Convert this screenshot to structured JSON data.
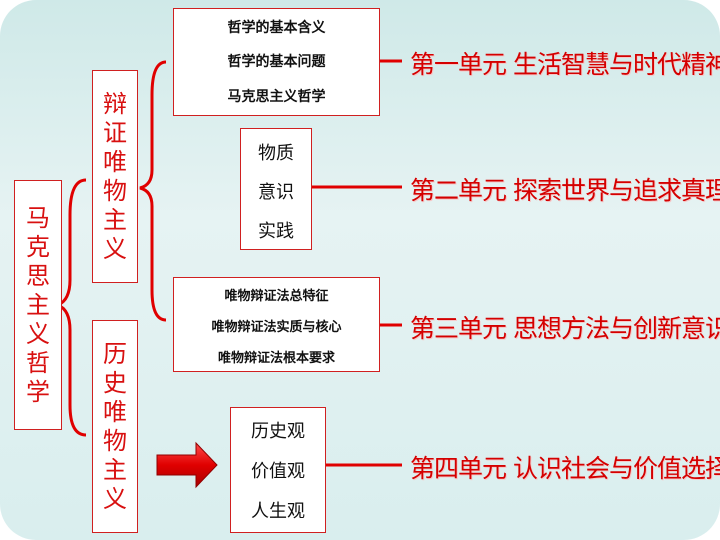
{
  "root": {
    "label": [
      "马",
      "克",
      "思",
      "主",
      "义",
      "哲",
      "学"
    ]
  },
  "branches": [
    {
      "label": [
        "辩",
        "证",
        "唯",
        "物",
        "主",
        "义"
      ]
    },
    {
      "label": [
        "历",
        "史",
        "唯",
        "物",
        "主",
        "义"
      ]
    }
  ],
  "groups": [
    {
      "items": [
        "哲学的基本含义",
        "哲学的基本问题",
        "马克思主义哲学"
      ]
    },
    {
      "items": [
        "物质",
        "意识",
        "实践"
      ]
    },
    {
      "items": [
        "唯物辩证法总特征",
        "唯物辩证法实质与核心",
        "唯物辩证法根本要求"
      ]
    },
    {
      "items": [
        "历史观",
        "价值观",
        "人生观"
      ]
    }
  ],
  "units": [
    "第一单元  生活智慧与时代精神",
    "第二单元  探索世界与追求真理",
    "第三单元  思想方法与创新意识",
    "第四单元  认识社会与价值选择"
  ],
  "colors": {
    "accent": "#d81010",
    "connector": "#e00000",
    "background": "#d6eded"
  }
}
